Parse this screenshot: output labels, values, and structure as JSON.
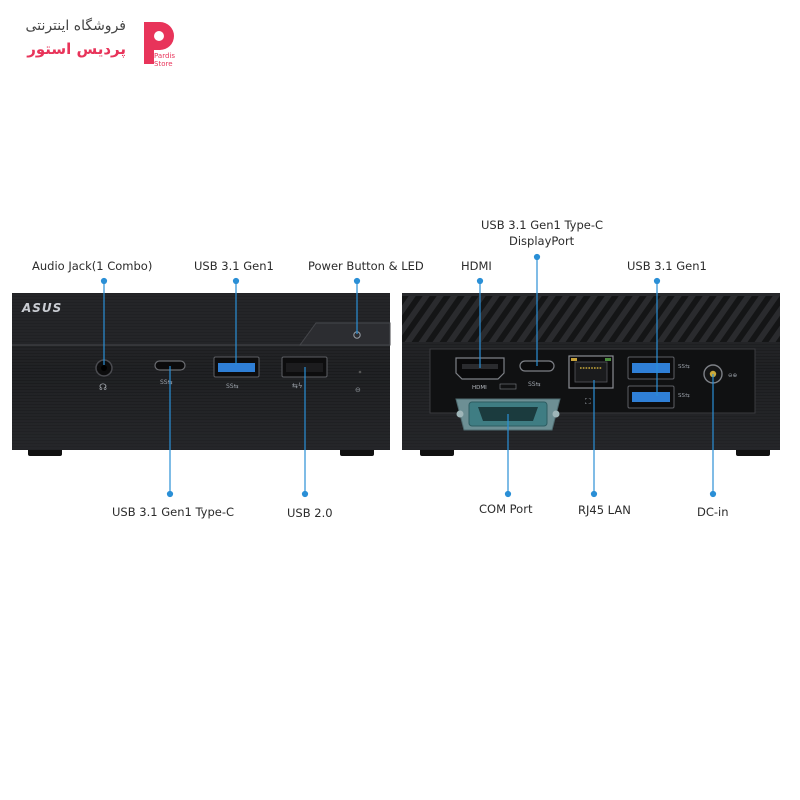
{
  "watermark": {
    "store_name_line1": "فروشگاه اینترنتی",
    "store_name_line2": "پردیس استور",
    "logo_text_1": "Pardis",
    "logo_text_2": "Store",
    "brand_color": "#e8345a"
  },
  "front_panel": {
    "brand": "ASUS",
    "labels": {
      "audio": "Audio Jack(1 Combo)",
      "usb31_front": "USB 3.1 Gen1",
      "power": "Power Button & LED",
      "usbc_front": "USB 3.1 Gen1 Type-C",
      "usb20": "USB 2.0"
    }
  },
  "rear_panel": {
    "port_printed": {
      "hdmi": "HDMI"
    },
    "labels": {
      "usbc_dp_line1": "USB 3.1 Gen1 Type-C",
      "usbc_dp_line2": "DisplayPort",
      "hdmi": "HDMI",
      "usb31_rear": "USB 3.1 Gen1",
      "com": "COM Port",
      "rj45": "RJ45 LAN",
      "dcin": "DC-in"
    }
  },
  "colors": {
    "callout_line": "#2a8fd6",
    "chassis": "#1b1c1e",
    "usb3_blue": "#2f7fd6",
    "com_teal": "#3f7d83"
  }
}
